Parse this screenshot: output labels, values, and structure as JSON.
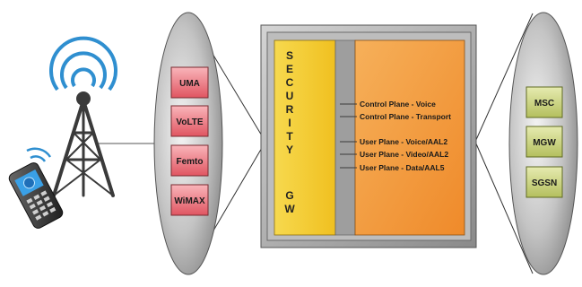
{
  "left_access": {
    "items": [
      {
        "label": "UMA"
      },
      {
        "label": "VoLTE"
      },
      {
        "label": "Femto"
      },
      {
        "label": "WiMAX"
      }
    ]
  },
  "security_gateway": {
    "vertical_letters": [
      "S",
      "E",
      "C",
      "U",
      "R",
      "I",
      "T",
      "Y",
      "",
      "G",
      "W"
    ]
  },
  "planes": {
    "items": [
      {
        "label": "Control Plane - Voice"
      },
      {
        "label": "Control Plane - Transport"
      },
      {
        "label": "User Plane - Voice/AAL2"
      },
      {
        "label": "User Plane - Video/AAL2"
      },
      {
        "label": "User Plane - Data/AAL5"
      }
    ]
  },
  "right_core": {
    "items": [
      {
        "label": "MSC"
      },
      {
        "label": "MGW"
      },
      {
        "label": "SGSN"
      }
    ]
  },
  "colors": {
    "red_box": "#e8707a",
    "green_box": "#c7cf7d",
    "gw_yellow": "#f3c92b",
    "gw_orange": "#f39a3c",
    "frame_gray": "#9a9a9a",
    "ellipse_gray": "#b4b4b4",
    "signal_blue": "#2f8fd0"
  },
  "icons": [
    "cell-tower-icon",
    "mobile-phone-icon",
    "signal-waves-icon"
  ]
}
